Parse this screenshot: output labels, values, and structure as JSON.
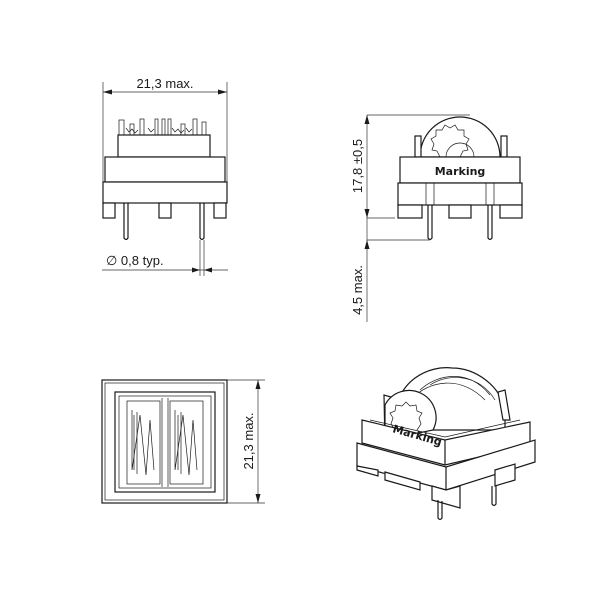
{
  "front_view": {
    "width_label": "21,3  max.",
    "pin_label": "∅  0,8  typ."
  },
  "side_view": {
    "height_label": "17,8 ±0,5",
    "pin_length_label": "4,5  max.",
    "marking": "Marking"
  },
  "bottom_view": {
    "depth_label": "21,3  max."
  },
  "iso_view": {
    "marking": "Marking"
  }
}
